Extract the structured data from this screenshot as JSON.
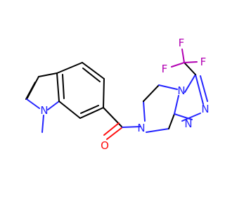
{
  "molecule": {
    "colors": {
      "carbon_bond": "#000000",
      "nitrogen": "#2424ff",
      "oxygen": "#ff0d0d",
      "fluorine": "#b200b2"
    },
    "atom_labels": {
      "n_indole": "N",
      "n_amide": "N",
      "n_triazole_a": "N",
      "n_triazole_b": "N",
      "n_triazole_fused": "N",
      "o_carbonyl": "O",
      "f_1": "F",
      "f_2": "F",
      "f_3": "F"
    }
  }
}
